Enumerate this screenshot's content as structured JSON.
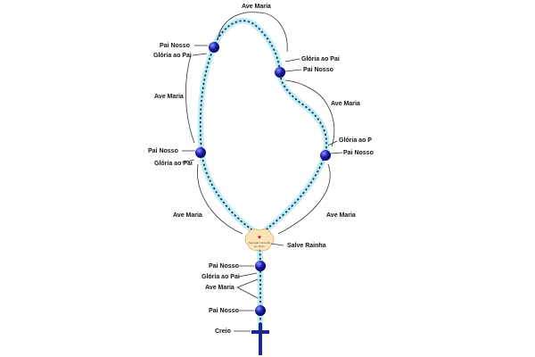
{
  "colors": {
    "chain": "#b9ecf7",
    "chain_outline": "#7fcfe6",
    "dashes": "#1a1a2e",
    "bead": "#1a1aa8",
    "bead_highlight": "#8f95ff",
    "cross": "#1a2a8a",
    "medal_fill": "#fbe4b8",
    "medal_stroke": "#d9b37a",
    "heart": "#cc1a1a"
  },
  "labels": {
    "ave_maria_top": "Ave Maria",
    "pai_nosso_1": "Pai Nosso",
    "gloria_1": "Glória ao Pai",
    "gloria_2": "Glória ao Pai",
    "pai_nosso_2": "Pai Nosso",
    "ave_maria_left": "Ave Maria",
    "ave_maria_right_top": "Ave Maria",
    "gloria_3": "Glória ao P",
    "pai_nosso_3": "Pai Nosso",
    "pai_nosso_4": "Pai Nosso",
    "gloria_4": "Glória ao Pai",
    "ave_maria_lower_left": "Ave Maria",
    "ave_maria_lower_right": "Ave Maria",
    "salve_rainha": "Salve Rainha",
    "pai_nosso_5": "Pai Nosso",
    "gloria_5": "Glória ao Pai",
    "ave_maria_tail": "Ave Maria",
    "pai_nosso_6": "Pai Nosso",
    "creio": "Creio"
  },
  "medal": {
    "line1": "Sagrado Coração",
    "line2": "de Jesus",
    "heart_symbol": "♥"
  }
}
